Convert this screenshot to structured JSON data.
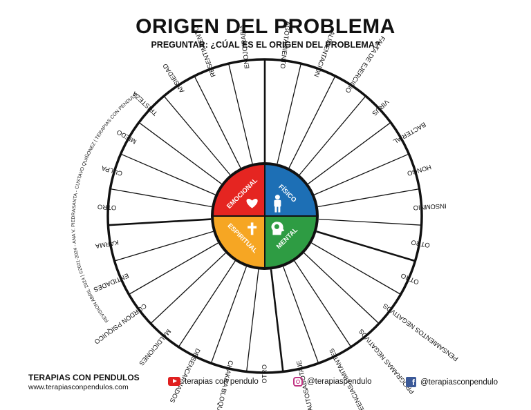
{
  "title": "ORIGEN DEL PROBLEMA",
  "subtitle": "PREGUNTAR: ¿CÚAL ES EL ORIGEN DEL PROBLEMA?",
  "credit": "REVISION ABRIL 2024 | ©2021-2024 - ANA V. PIEDRASANTA - CUSTAVO QUIÑONEZ | TERAPIAS CON PENDULO",
  "categories": [
    {
      "name": "EMOCIONAL",
      "color": "#e52521",
      "icon": "heart-icon"
    },
    {
      "name": "FÍSICO",
      "color": "#1d6fb5",
      "icon": "person-icon"
    },
    {
      "name": "MENTAL",
      "color": "#2e9c43",
      "icon": "head-brain-icon"
    },
    {
      "name": "ESPIRITUAL",
      "color": "#f6a623",
      "icon": "cross-icon"
    }
  ],
  "segments": [
    "AGOTAMIENTO",
    "ALIMENTACIÓN",
    "FALTA DE EJERCICIO",
    "VIRUS",
    "BACTERIAL",
    "HONGO",
    "INSOMNIO",
    "OTRO",
    "OTRO",
    "PENSAMIENTOS NEGATIVOS",
    "PROGRAMAS NEGATIVOS",
    "CREENCIAS LIMITANTES",
    "AUTOSABOTAJE",
    "OTRO",
    "CHAKRA BLOQUEADO",
    "DESENCARNADOS",
    "MALDICIONES",
    "CORDON PSIQUICO",
    "ENTIDADES",
    "KARMA",
    "OTRO",
    "CULPA",
    "MIEDO",
    "TRISTEZA",
    "ANSIEDAD",
    "RESENTIMIENTO",
    "ENOJO/RABIA"
  ],
  "footer": {
    "brand": "TERAPIAS CON PENDULOS",
    "url": "www.terapiasconpendulos.com",
    "youtube": "terapias con pendulo",
    "instagram": "@terapiaspendulo",
    "facebook": "@terapiasconpendulo"
  }
}
